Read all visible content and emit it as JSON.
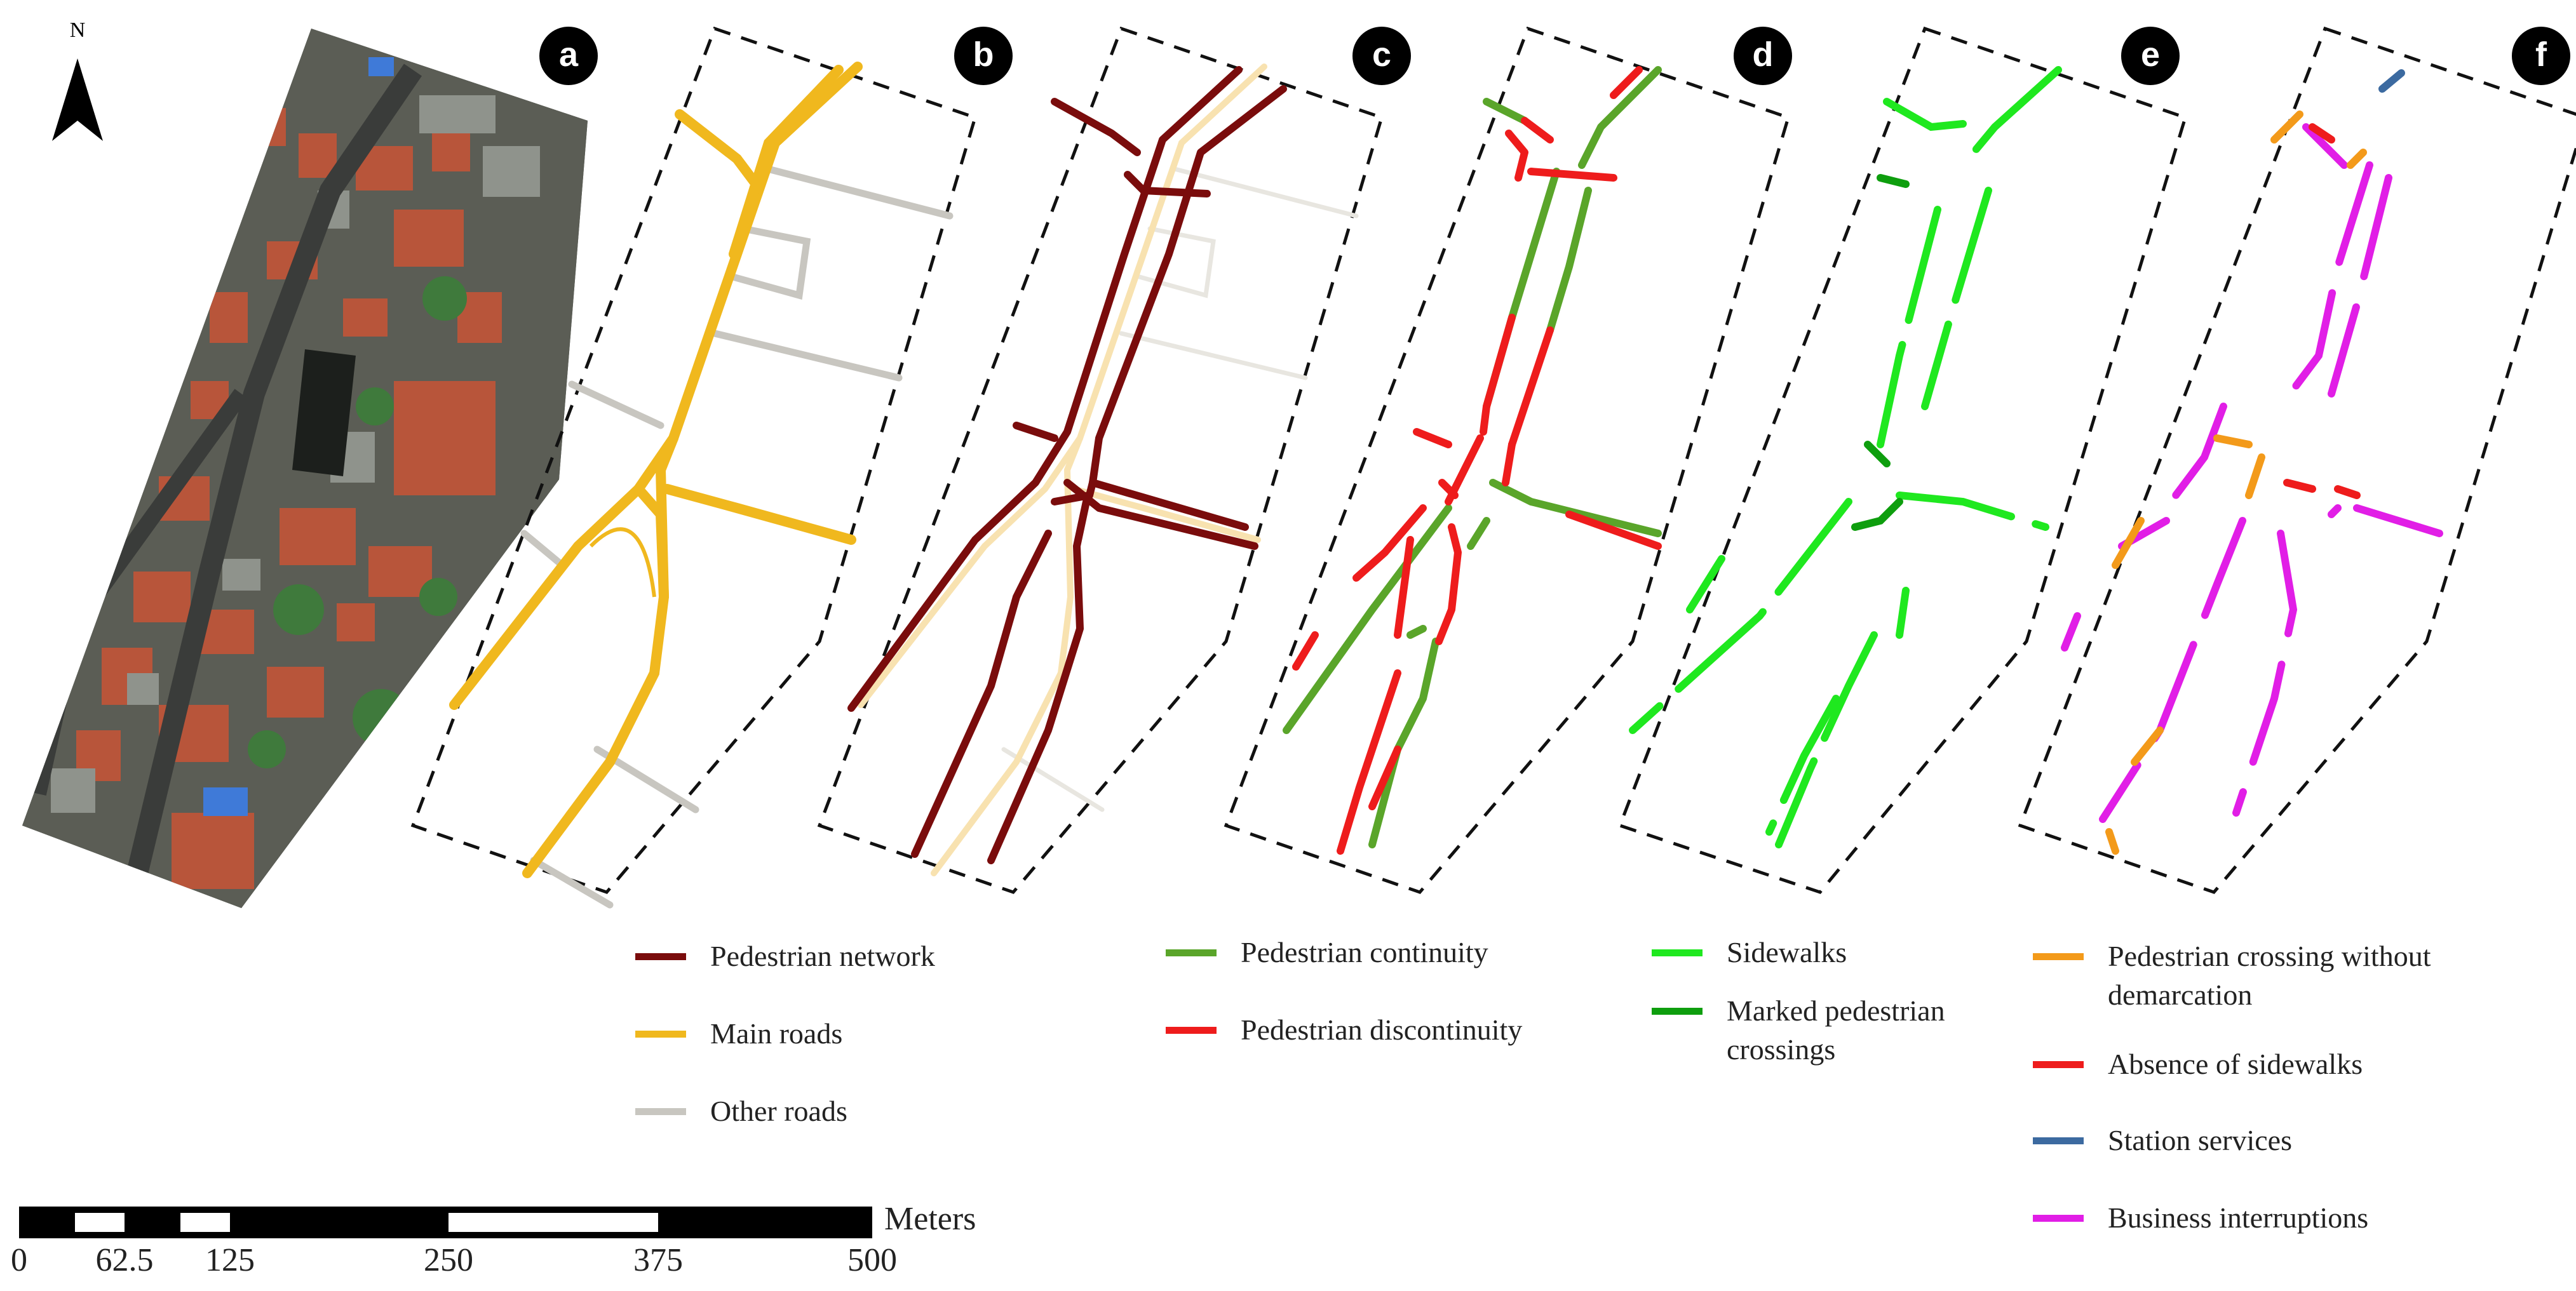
{
  "north_arrow": {
    "label": "N"
  },
  "panels": [
    {
      "id": "a",
      "label": "a"
    },
    {
      "id": "b",
      "label": "b"
    },
    {
      "id": "c",
      "label": "c"
    },
    {
      "id": "d",
      "label": "d"
    },
    {
      "id": "e",
      "label": "e"
    },
    {
      "id": "f",
      "label": "f"
    }
  ],
  "legend": [
    {
      "label": "Pedestrian network",
      "color": "#7a0c0c"
    },
    {
      "label": "Main roads",
      "color": "#f0b81e"
    },
    {
      "label": "Other roads",
      "color": "#c8c6c0"
    },
    {
      "label": "Pedestrian continuity",
      "color": "#5aa52a"
    },
    {
      "label": "Pedestrian discontinuity",
      "color": "#ee1c1c"
    },
    {
      "label": "Sidewalks",
      "color": "#1fe81f"
    },
    {
      "label": "Marked pedestrian crossings",
      "color": "#0e9e0e"
    },
    {
      "label": "Pedestrian crossing without demarcation",
      "color": "#f39a1a"
    },
    {
      "label": "Absence of sidewalks",
      "color": "#ee1c1c"
    },
    {
      "label": "Station services",
      "color": "#3c6aa0"
    },
    {
      "label": "Business interruptions",
      "color": "#e11ee6"
    }
  ],
  "scale_bar": {
    "unit": "Meters",
    "ticks": [
      "0",
      "62.5",
      "125",
      "250",
      "375",
      "500"
    ]
  }
}
